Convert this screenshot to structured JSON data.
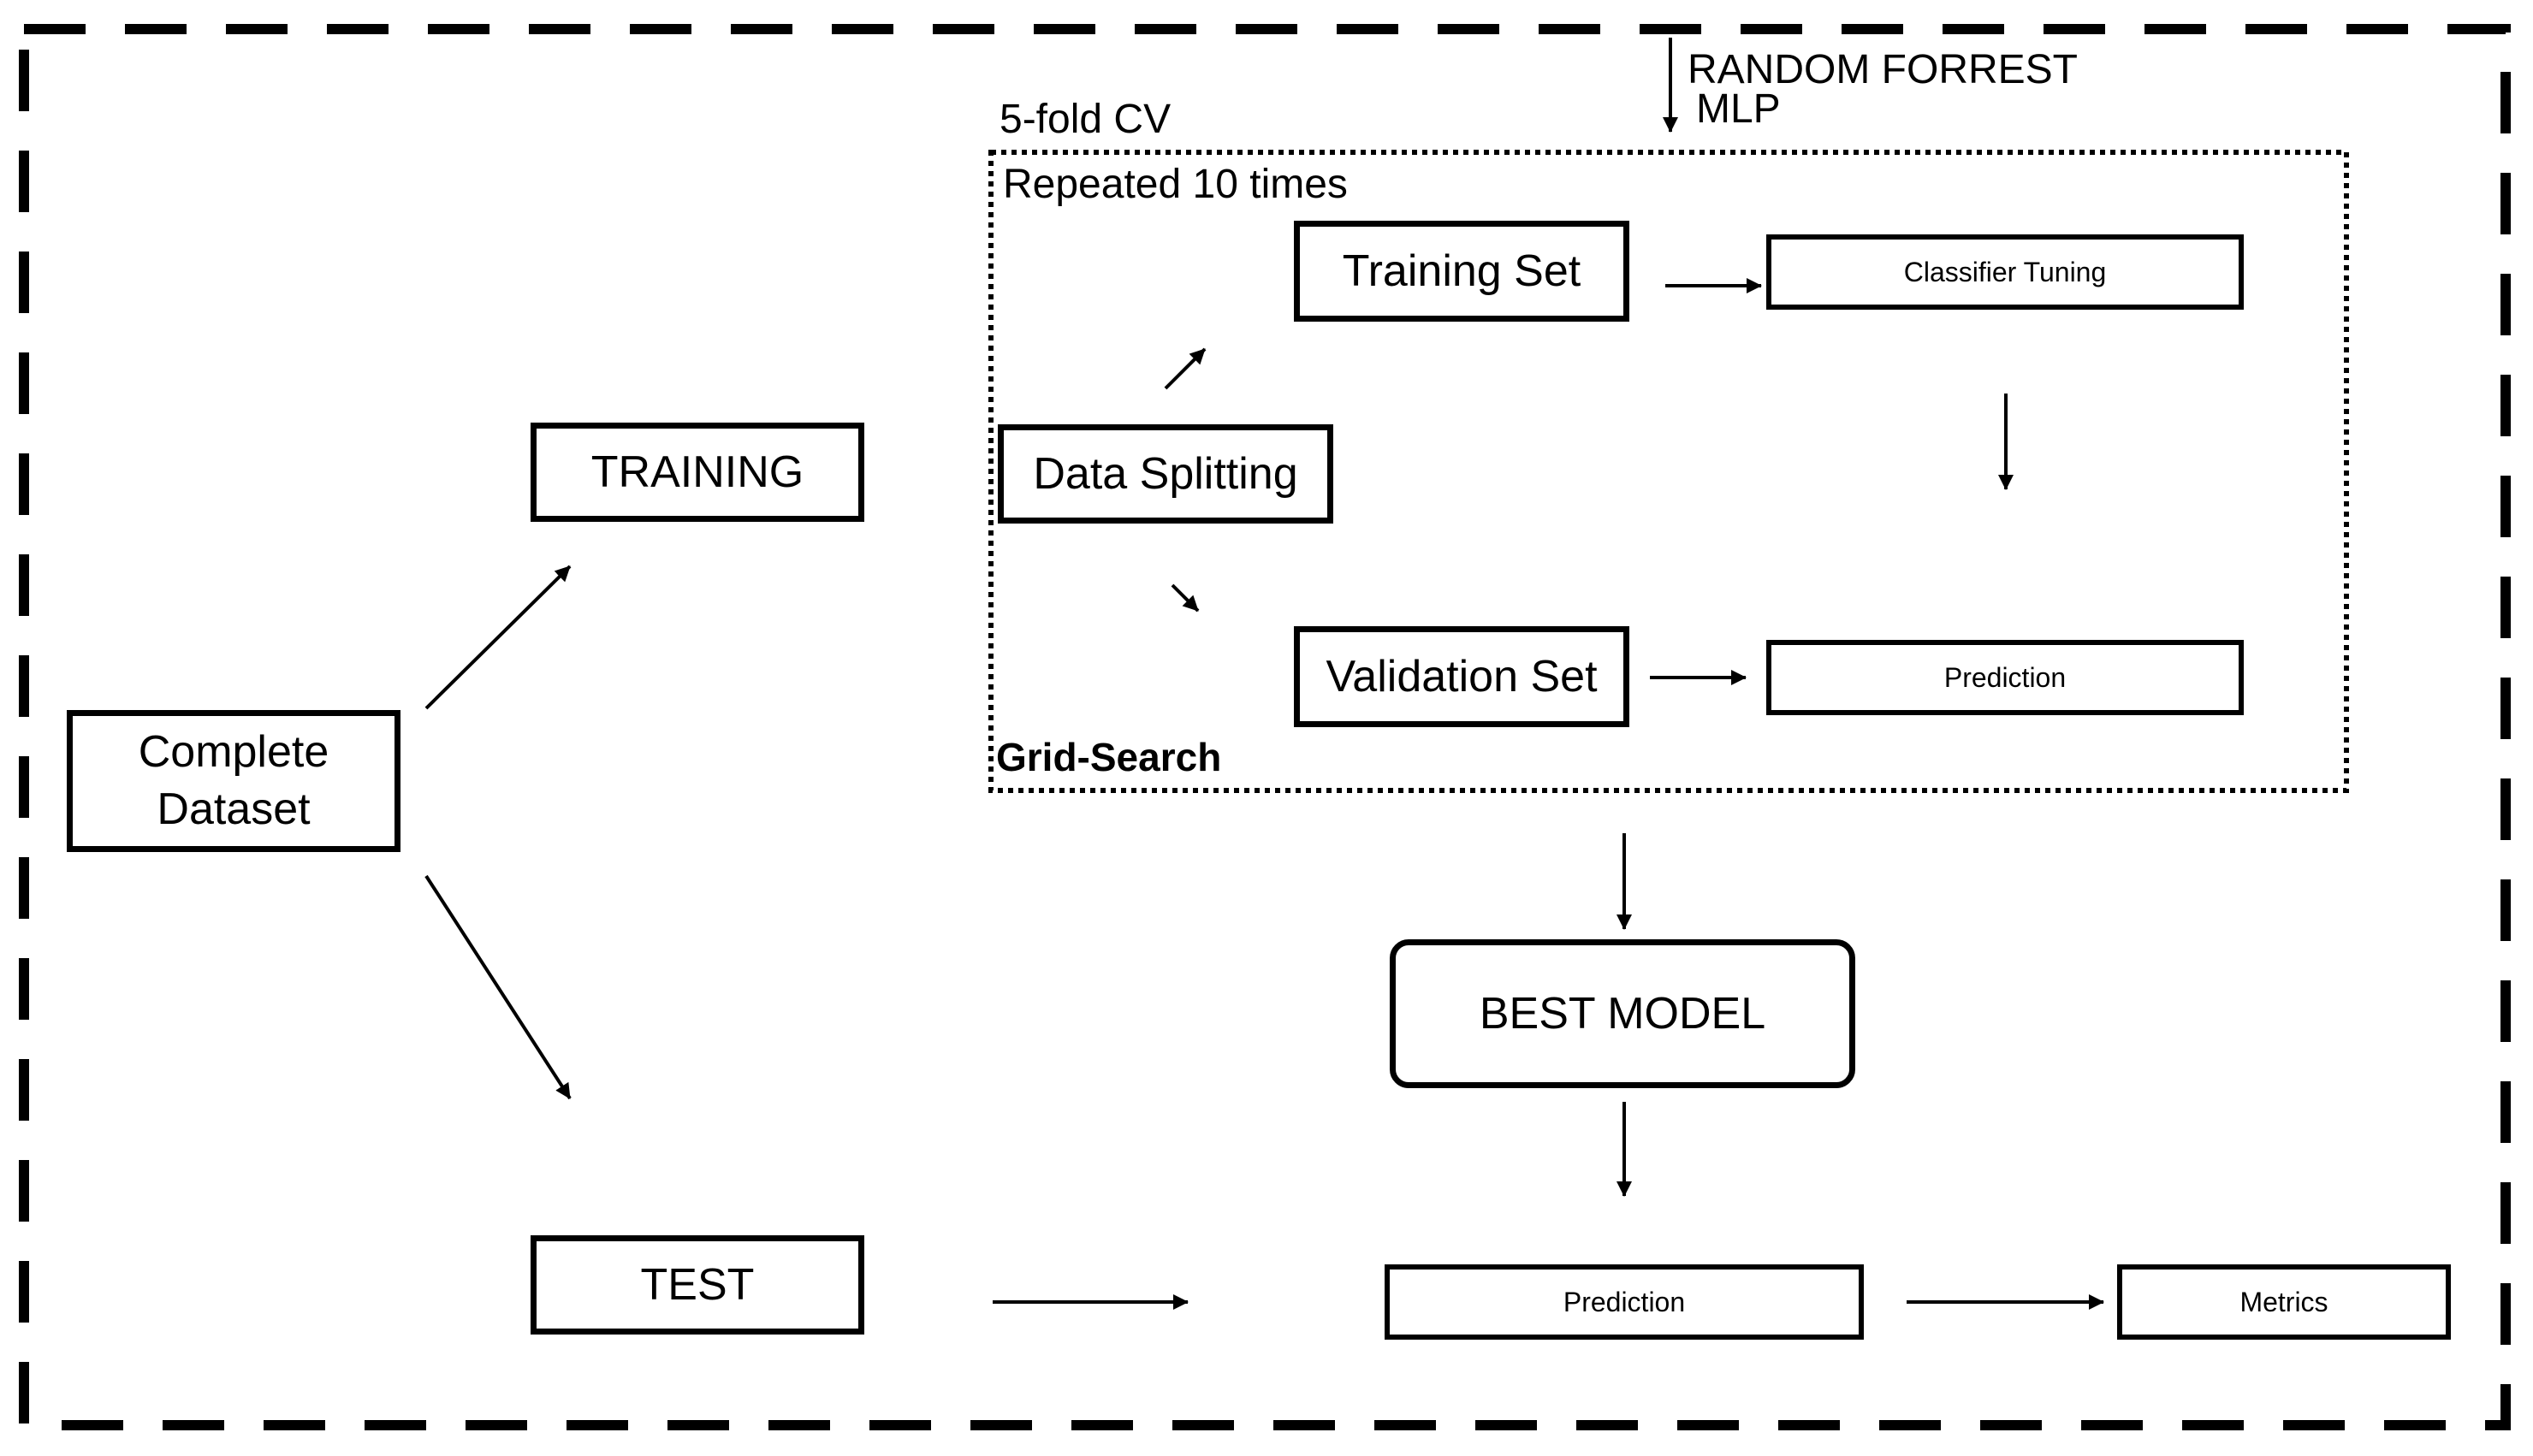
{
  "nodes": {
    "complete_dataset": "Complete\nDataset",
    "training": "TRAINING",
    "test": "TEST",
    "data_splitting": "Data Splitting",
    "training_set": "Training Set",
    "validation_set": "Validation Set",
    "classifier_tuning": "Classifier Tuning",
    "cv_prediction": "Prediction",
    "best_model": "BEST MODEL",
    "test_prediction": "Prediction",
    "metrics": "Metrics"
  },
  "labels": {
    "cv": "5-fold CV",
    "repeated": "Repeated 10 times",
    "grid_search": "Grid-Search",
    "classifier_1": "RANDOM FORREST",
    "classifier_2": "MLP"
  }
}
